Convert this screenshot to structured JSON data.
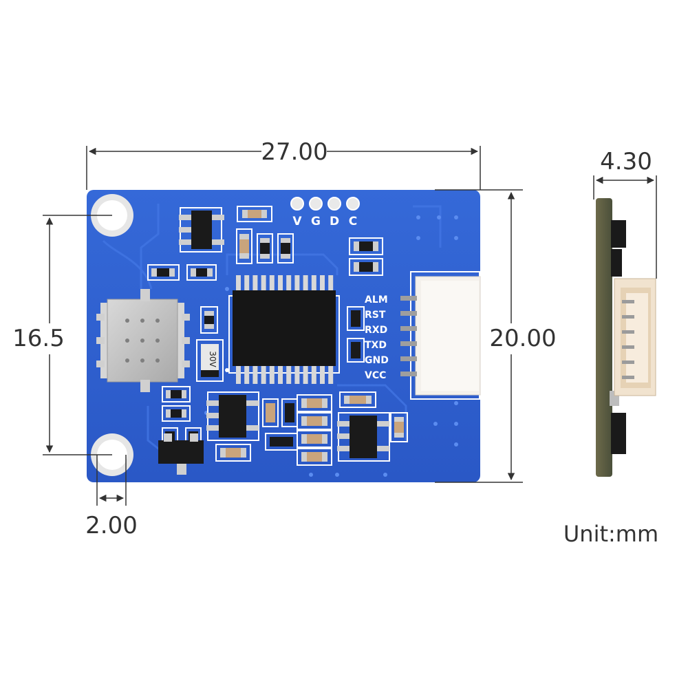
{
  "dimensions": {
    "board_width": "27.00",
    "board_height": "20.00",
    "hole_spacing": "16.5",
    "hole_offset": "2.00",
    "side_thickness": "4.30",
    "unit": "Unit:mm"
  },
  "silkscreen": {
    "top_pins": [
      "V",
      "G",
      "D",
      "C"
    ],
    "connector_pins": [
      "ALM",
      "RST",
      "RXD",
      "TXD",
      "GND",
      "VCC"
    ],
    "marking": "30V"
  },
  "colors": {
    "pcb": "#2f5fd0",
    "pcb_trace": "#3a6ee0",
    "dimension_line": "#333333",
    "connector": "#f4f1ec"
  }
}
